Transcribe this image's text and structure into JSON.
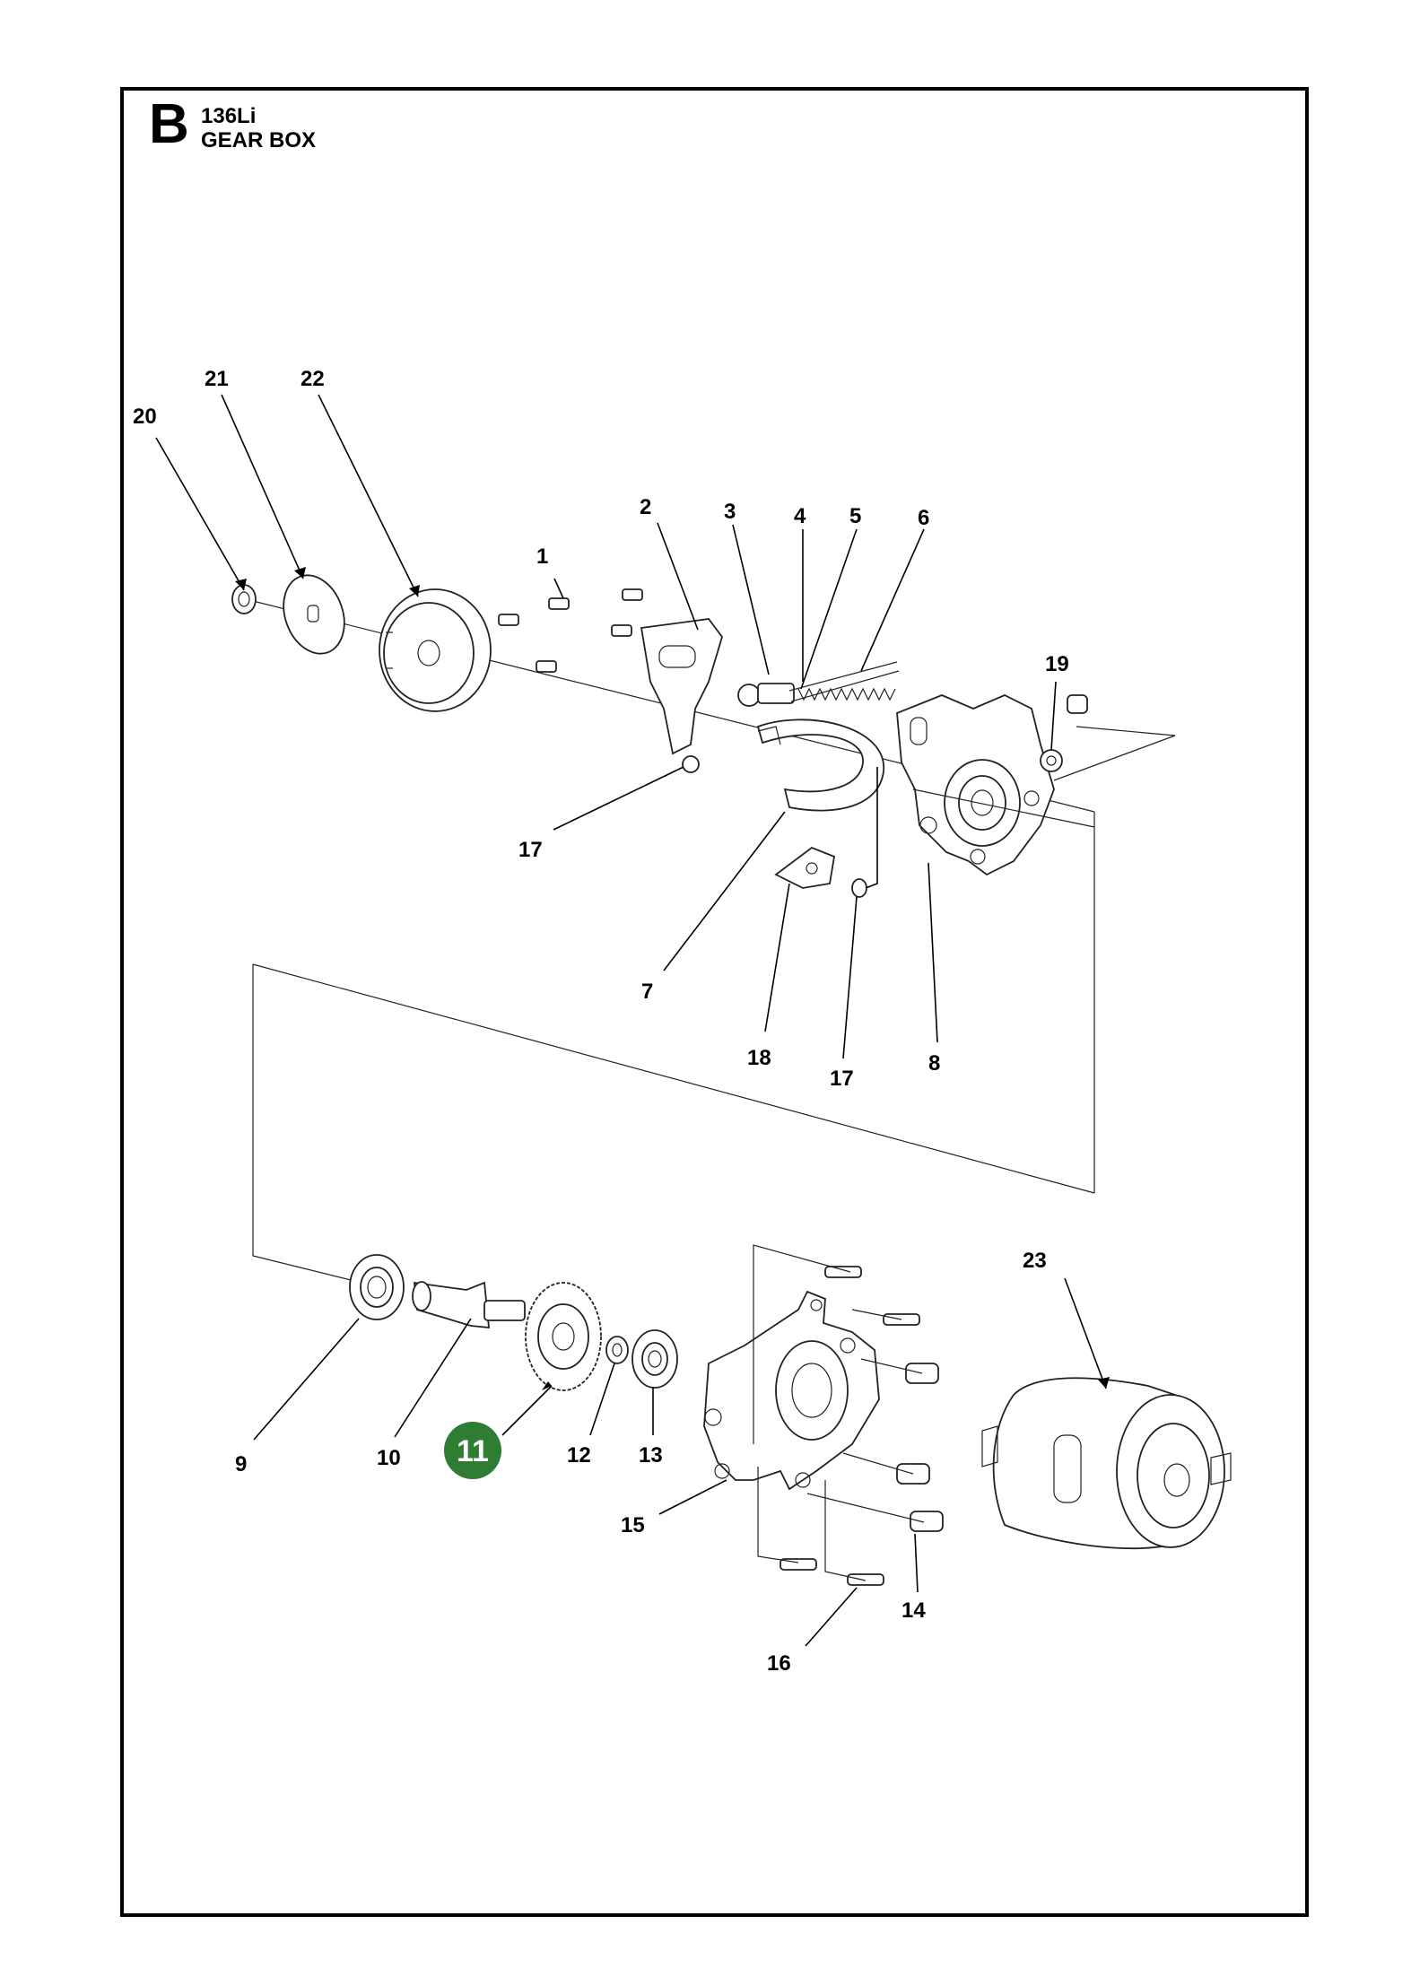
{
  "header": {
    "section_letter": "B",
    "model": "136Li",
    "title": "GEAR BOX"
  },
  "callouts": [
    {
      "id": "1",
      "label": "1"
    },
    {
      "id": "2",
      "label": "2"
    },
    {
      "id": "3",
      "label": "3"
    },
    {
      "id": "4",
      "label": "4"
    },
    {
      "id": "5",
      "label": "5"
    },
    {
      "id": "6",
      "label": "6"
    },
    {
      "id": "7",
      "label": "7"
    },
    {
      "id": "8",
      "label": "8"
    },
    {
      "id": "9",
      "label": "9"
    },
    {
      "id": "10",
      "label": "10"
    },
    {
      "id": "11",
      "label": "11"
    },
    {
      "id": "12",
      "label": "12"
    },
    {
      "id": "13",
      "label": "13"
    },
    {
      "id": "14",
      "label": "14"
    },
    {
      "id": "15",
      "label": "15"
    },
    {
      "id": "16",
      "label": "16"
    },
    {
      "id": "17a",
      "label": "17"
    },
    {
      "id": "17b",
      "label": "17"
    },
    {
      "id": "18",
      "label": "18"
    },
    {
      "id": "19",
      "label": "19"
    },
    {
      "id": "20",
      "label": "20"
    },
    {
      "id": "21",
      "label": "21"
    },
    {
      "id": "22",
      "label": "22"
    },
    {
      "id": "23",
      "label": "23"
    }
  ],
  "highlight": {
    "label": "11",
    "color": "#2e7d32"
  }
}
